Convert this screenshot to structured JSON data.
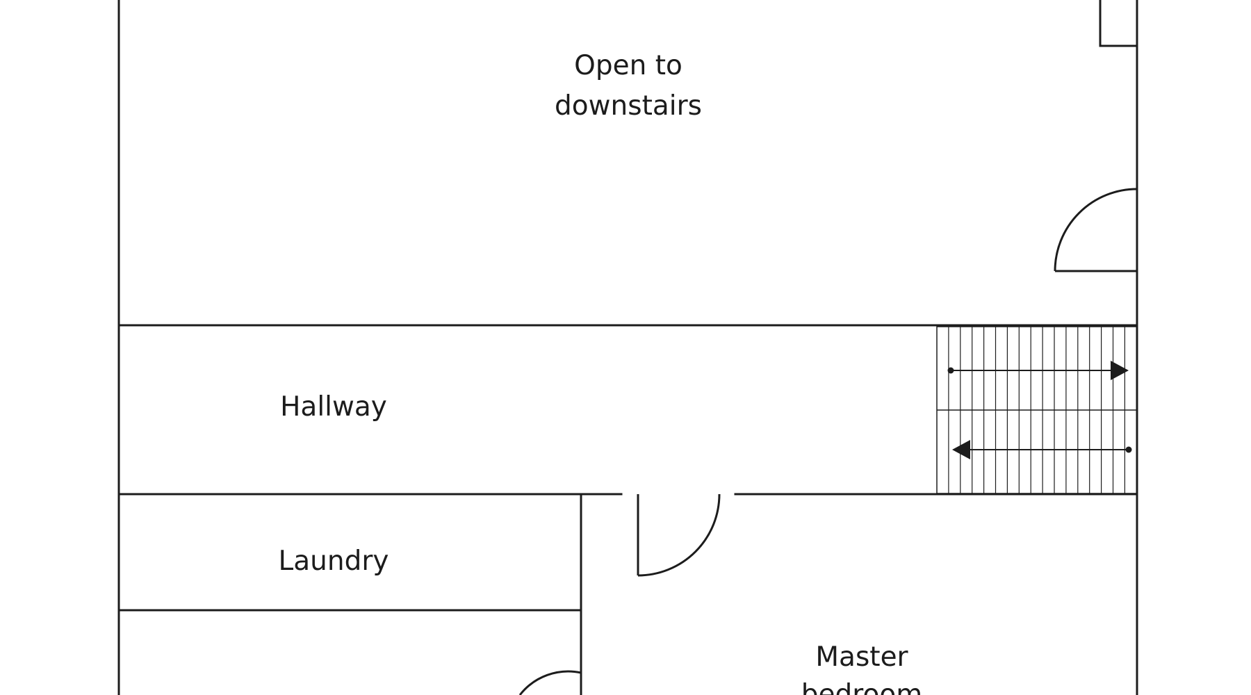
{
  "rooms": {
    "open_to_downstairs": {
      "line1": "Open to",
      "line2": "downstairs"
    },
    "hallway": {
      "label": "Hallway"
    },
    "laundry": {
      "label": "Laundry"
    },
    "master_bedroom": {
      "line1": "Master",
      "line2": "bedroom"
    }
  },
  "staircase": {
    "flights": [
      "up",
      "down"
    ]
  },
  "colors": {
    "line": "#1c1c1c",
    "background": "#ffffff"
  }
}
